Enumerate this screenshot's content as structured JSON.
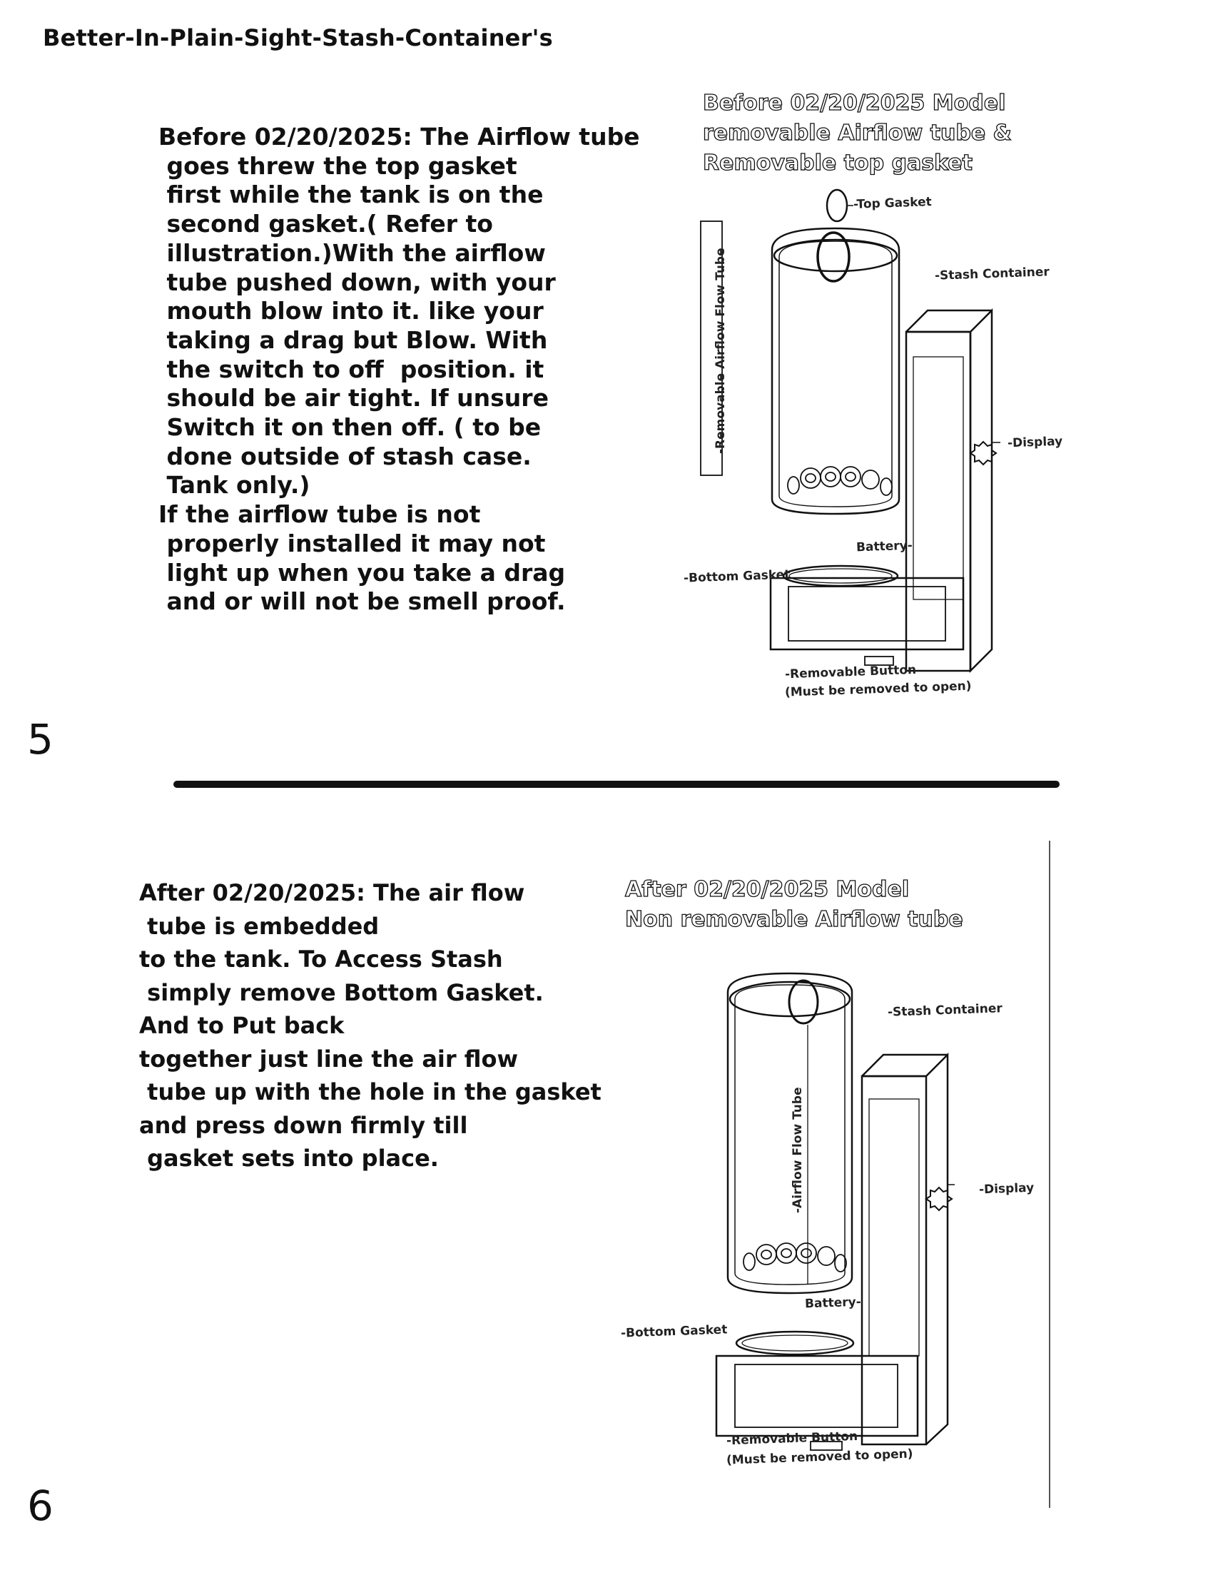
{
  "header": {
    "title": "Better-In-Plain-Sight-Stash-Container's"
  },
  "section_before": {
    "page_number": "5",
    "paragraph_lines": [
      "Before 02/20/2025: The Airflow tube",
      " goes threw the top gasket",
      " first while the tank is on the",
      " second gasket.( Refer to",
      " illustration.)With the airflow",
      " tube pushed down, with your",
      " mouth blow into it. like your",
      " taking a drag but Blow. With",
      " the switch to off  position. it",
      " should be air tight. If unsure",
      " Switch it on then off. ( to be",
      " done outside of stash case.",
      " Tank only.)",
      "If the airflow tube is not",
      " properly installed it may not",
      " light up when you take a drag",
      " and or will not be smell proof."
    ],
    "figure": {
      "title_lines": [
        "Before 02/20/2025 Model",
        "removable Airflow tube &",
        "Removable top gasket"
      ],
      "labels": {
        "top_gasket": "-Top Gasket",
        "stash_container": "-Stash Container",
        "airflow_tube": "-Removable Airflow Flow Tube",
        "display": "-Display",
        "battery": "Battery-",
        "bottom_gasket": "-Bottom Gasket",
        "removable_button": "-Removable Button",
        "removable_button_note": "(Must be removed to open)"
      }
    }
  },
  "section_after": {
    "page_number": "6",
    "paragraph_lines": [
      "After 02/20/2025: The air flow",
      " tube is embedded",
      "to the tank. To Access Stash",
      " simply remove Bottom Gasket.",
      "And to Put back",
      "together just line the air flow",
      " tube up with the hole in the gasket",
      "and press down firmly till",
      " gasket sets into place."
    ],
    "figure": {
      "title_lines": [
        "After 02/20/2025 Model",
        "Non removable Airflow tube"
      ],
      "labels": {
        "stash_container": "-Stash Container",
        "airflow_tube": "-Airflow Flow Tube",
        "display": "-Display",
        "battery": "Battery-",
        "bottom_gasket": "-Bottom Gasket",
        "removable_button": "-Removable Button",
        "removable_button_note": "(Must be removed to open)"
      }
    }
  }
}
